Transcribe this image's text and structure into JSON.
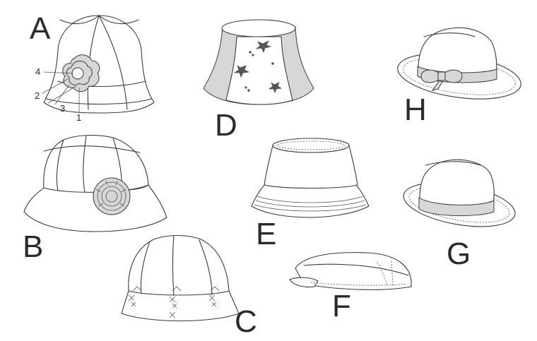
{
  "figure": {
    "labels": {
      "A": "A",
      "B": "B",
      "C": "C",
      "D": "D",
      "E": "E",
      "F": "F",
      "G": "G",
      "H": "H"
    },
    "callouts": [
      "4",
      "2",
      "3",
      "1"
    ]
  }
}
